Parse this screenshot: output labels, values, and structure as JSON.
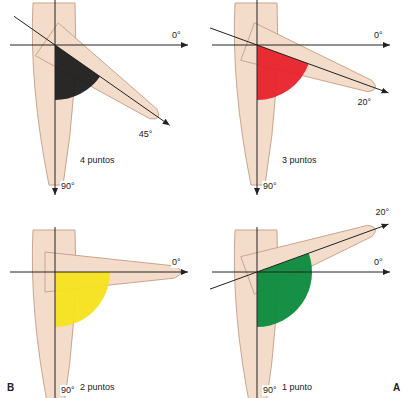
{
  "diagram": {
    "labels": [
      "0°",
      "45°",
      "90°",
      "4 puntos",
      "0°",
      "20°",
      "90°",
      "3 puntos",
      "0°",
      "90°",
      "2 puntos",
      "20°",
      "0°",
      "90°",
      "1 punto",
      "B",
      "A"
    ]
  }
}
